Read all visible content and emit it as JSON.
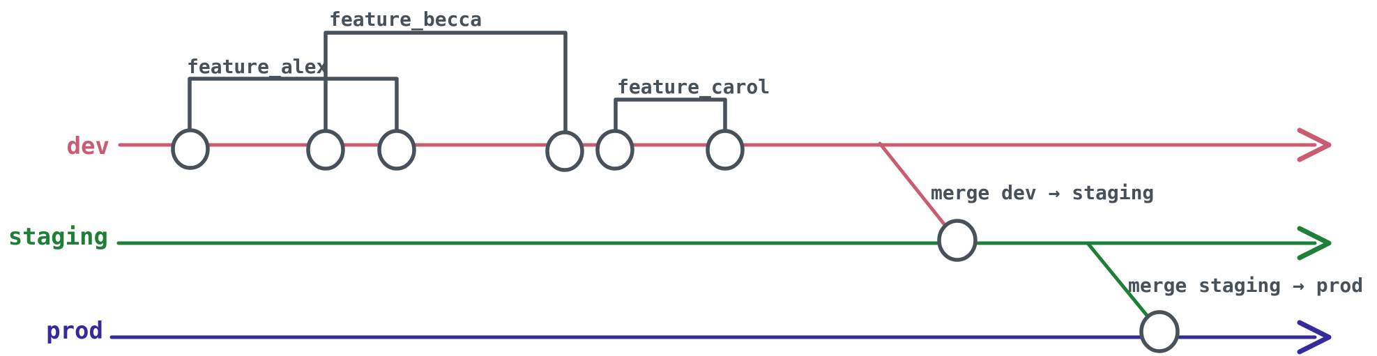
{
  "diagram": {
    "type": "git-branch-diagram",
    "colors": {
      "dev": "#c95c71",
      "staging": "#1e7f37",
      "prod": "#352a9b",
      "ink": "#48515a",
      "background": "#ffffff"
    },
    "branches": [
      {
        "name": "dev",
        "color": "#c95c71",
        "commit_count": 6
      },
      {
        "name": "staging",
        "color": "#1e7f37",
        "commit_count": 1
      },
      {
        "name": "prod",
        "color": "#352a9b",
        "commit_count": 1
      }
    ],
    "feature_groups": [
      {
        "label": "feature_alex",
        "branch": "dev",
        "from_commit": 1,
        "to_commit": 3
      },
      {
        "label": "feature_becca",
        "branch": "dev",
        "from_commit": 2,
        "to_commit": 4
      },
      {
        "label": "feature_carol",
        "branch": "dev",
        "from_commit": 5,
        "to_commit": 6
      }
    ],
    "merges": [
      {
        "label": "merge dev → staging",
        "from": "dev",
        "to": "staging"
      },
      {
        "label": "merge staging → prod",
        "from": "staging",
        "to": "prod"
      }
    ]
  }
}
